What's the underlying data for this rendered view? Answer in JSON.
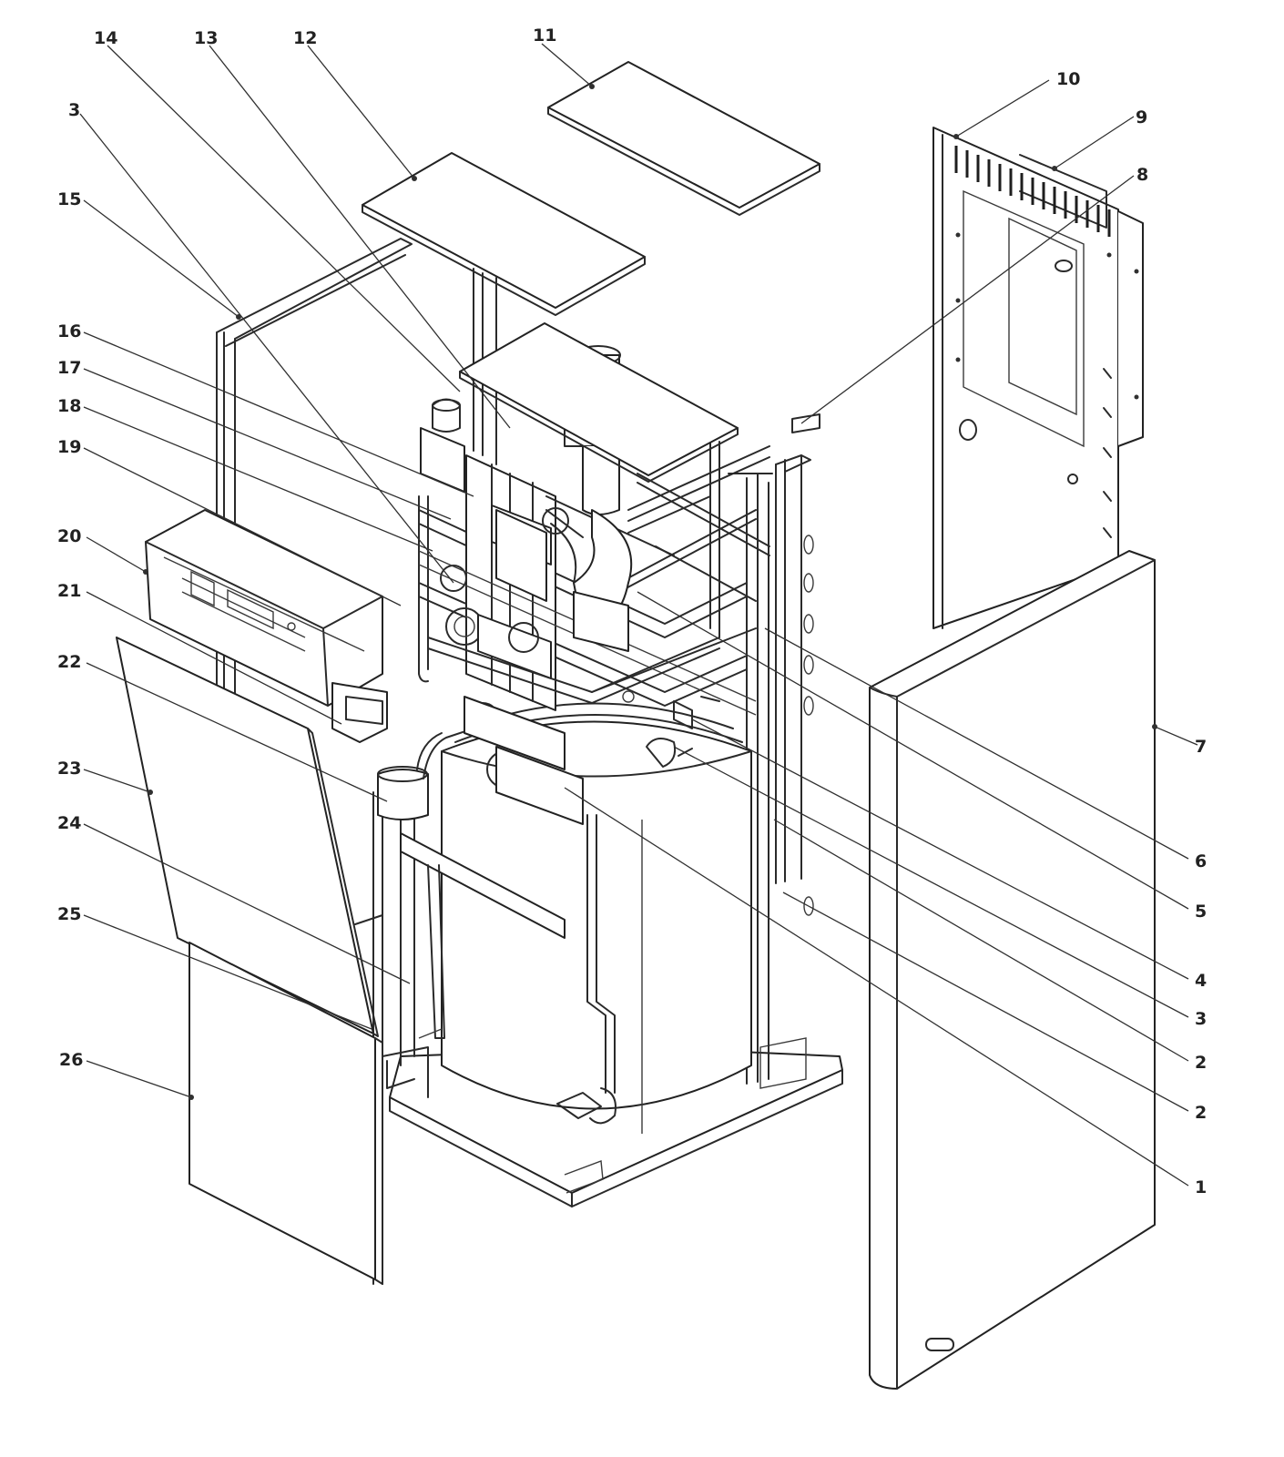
{
  "callouts": {
    "c1": "1",
    "c2a": "2",
    "c2b": "2",
    "c3_left": "3",
    "c3_right": "3",
    "c4": "4",
    "c5": "5",
    "c6": "6",
    "c7": "7",
    "c8": "8",
    "c9": "9",
    "c10": "10",
    "c11": "11",
    "c12": "12",
    "c13": "13",
    "c14": "14",
    "c15": "15",
    "c16": "16",
    "c17": "17",
    "c18": "18",
    "c19": "19",
    "c20": "20",
    "c21": "21",
    "c22": "22",
    "c23": "23",
    "c24": "24",
    "c25": "25",
    "c26": "26"
  }
}
